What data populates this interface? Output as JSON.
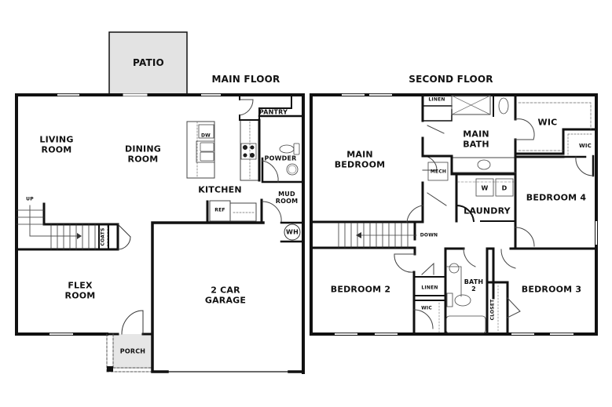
{
  "floors": {
    "main": {
      "title": "MAIN FLOOR",
      "rooms": {
        "patio": "PATIO",
        "living": "LIVING\nROOM",
        "dining": "DINING\nROOM",
        "kitchen": "KITCHEN",
        "pantry": "PANTRY",
        "powder": "POWDER",
        "mud_room": "MUD\nROOM",
        "flex": "FLEX\nROOM",
        "garage": "2 CAR\nGARAGE",
        "porch": "PORCH",
        "coats": "COATS"
      },
      "fixtures": {
        "dishwasher": "DW",
        "refrigerator": "REF",
        "water_heater": "WH",
        "stair_direction": "UP"
      }
    },
    "second": {
      "title": "SECOND FLOOR",
      "rooms": {
        "main_bedroom": "MAIN\nBEDROOM",
        "main_bath": "MAIN\nBATH",
        "linen_top": "LINEN",
        "wic_main": "WIC",
        "wic_small": "WIC",
        "mech": "MECH",
        "laundry": "LAUNDRY",
        "bedroom4": "BEDROOM 4",
        "bedroom2": "BEDROOM 2",
        "linen_mid": "LINEN",
        "wic_bed2": "WIC",
        "bath2": "BATH\n2",
        "closet": "CLOSET",
        "bedroom3": "BEDROOM 3"
      },
      "fixtures": {
        "washer": "W",
        "dryer": "D",
        "stair_direction": "DOWN"
      }
    }
  },
  "colors": {
    "wall": "#111111",
    "patio_fill": "#e3e3e3",
    "porch_fill": "#e6e6e6",
    "window": "#ffffff",
    "fixture_line": "#555555"
  }
}
